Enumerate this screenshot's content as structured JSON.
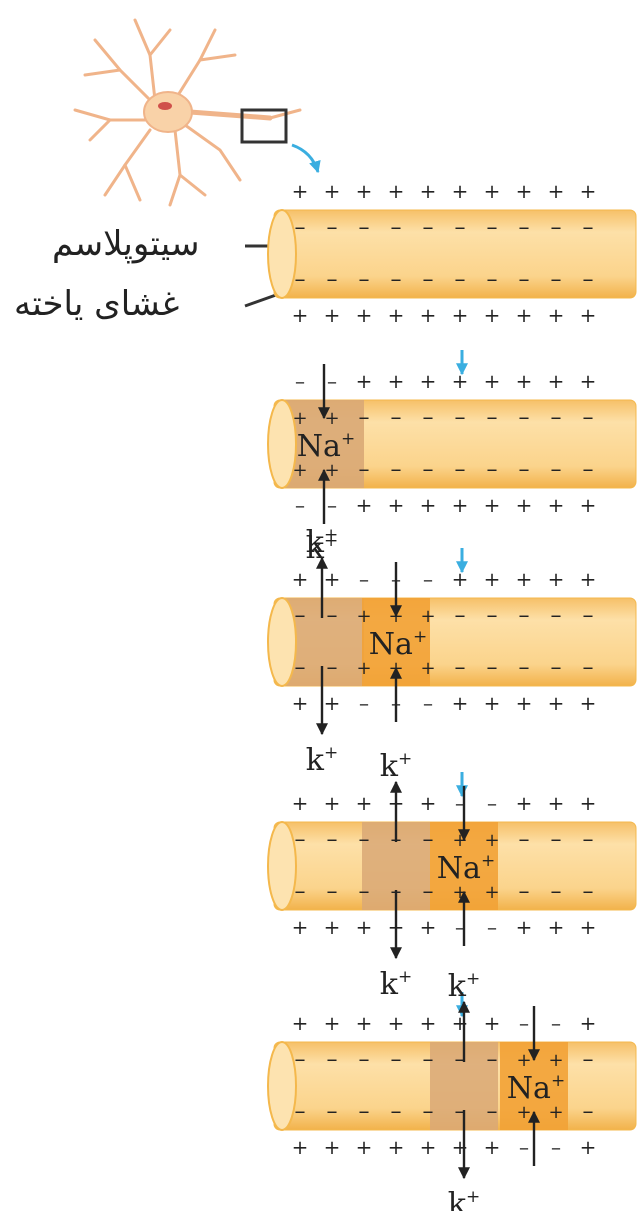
{
  "labels": {
    "cytoplasm": "سیتوپلاسم",
    "cell_membrane": "غشای یاخته"
  },
  "ions": {
    "sodium": "Na",
    "potassium": "k",
    "charge": "+"
  },
  "signs": {
    "positive": "+",
    "negative": "–"
  },
  "colors": {
    "axon_fill": "#fbd48c",
    "axon_edge": "#f4b84c",
    "active_region": "#f2a236",
    "recovering_region": "#d9a876",
    "neuron": "#f0b48a",
    "flow_arrow": "#3aaee0",
    "ink": "#222222"
  },
  "stages": [
    {
      "step": 1,
      "sodium_entering_segment": null,
      "potassium_leaving_segment": null
    },
    {
      "step": 2,
      "sodium_entering_segment": 1,
      "potassium_leaving_segment": 1
    },
    {
      "step": 3,
      "sodium_entering_segment": 2,
      "potassium_leaving_segment": 1
    },
    {
      "step": 4,
      "sodium_entering_segment": 3,
      "potassium_leaving_segment": 2
    },
    {
      "step": 5,
      "sodium_entering_segment": 4,
      "potassium_leaving_segment": 3
    }
  ]
}
